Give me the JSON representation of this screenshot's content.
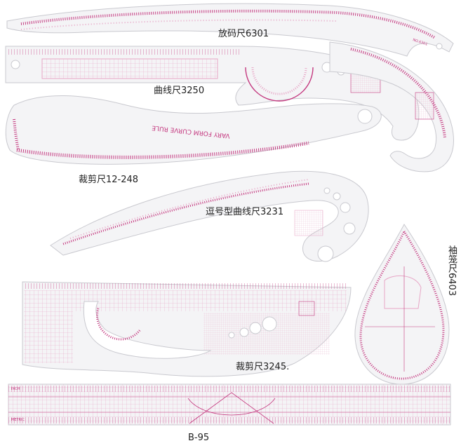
{
  "labels": {
    "r6301": "放码尺6301",
    "r3250": "曲线尺3250",
    "r12248": "裁剪尺12-248",
    "r3231": "逗号型曲线尺3231",
    "r6403": "袖笼尺6403",
    "r3245": "裁剪尺3245.",
    "b95": "B-95"
  },
  "ruler_text": {
    "vary_form": "VARY FORM CURVE RULE",
    "model_6301": "NO.6301",
    "metric": "METRIC",
    "inch": "INCH"
  },
  "colors": {
    "accent": "#c4387f",
    "accent_light": "#e7a6c6",
    "plastic": "#f4f4f6",
    "outline": "#c9c9cf"
  }
}
